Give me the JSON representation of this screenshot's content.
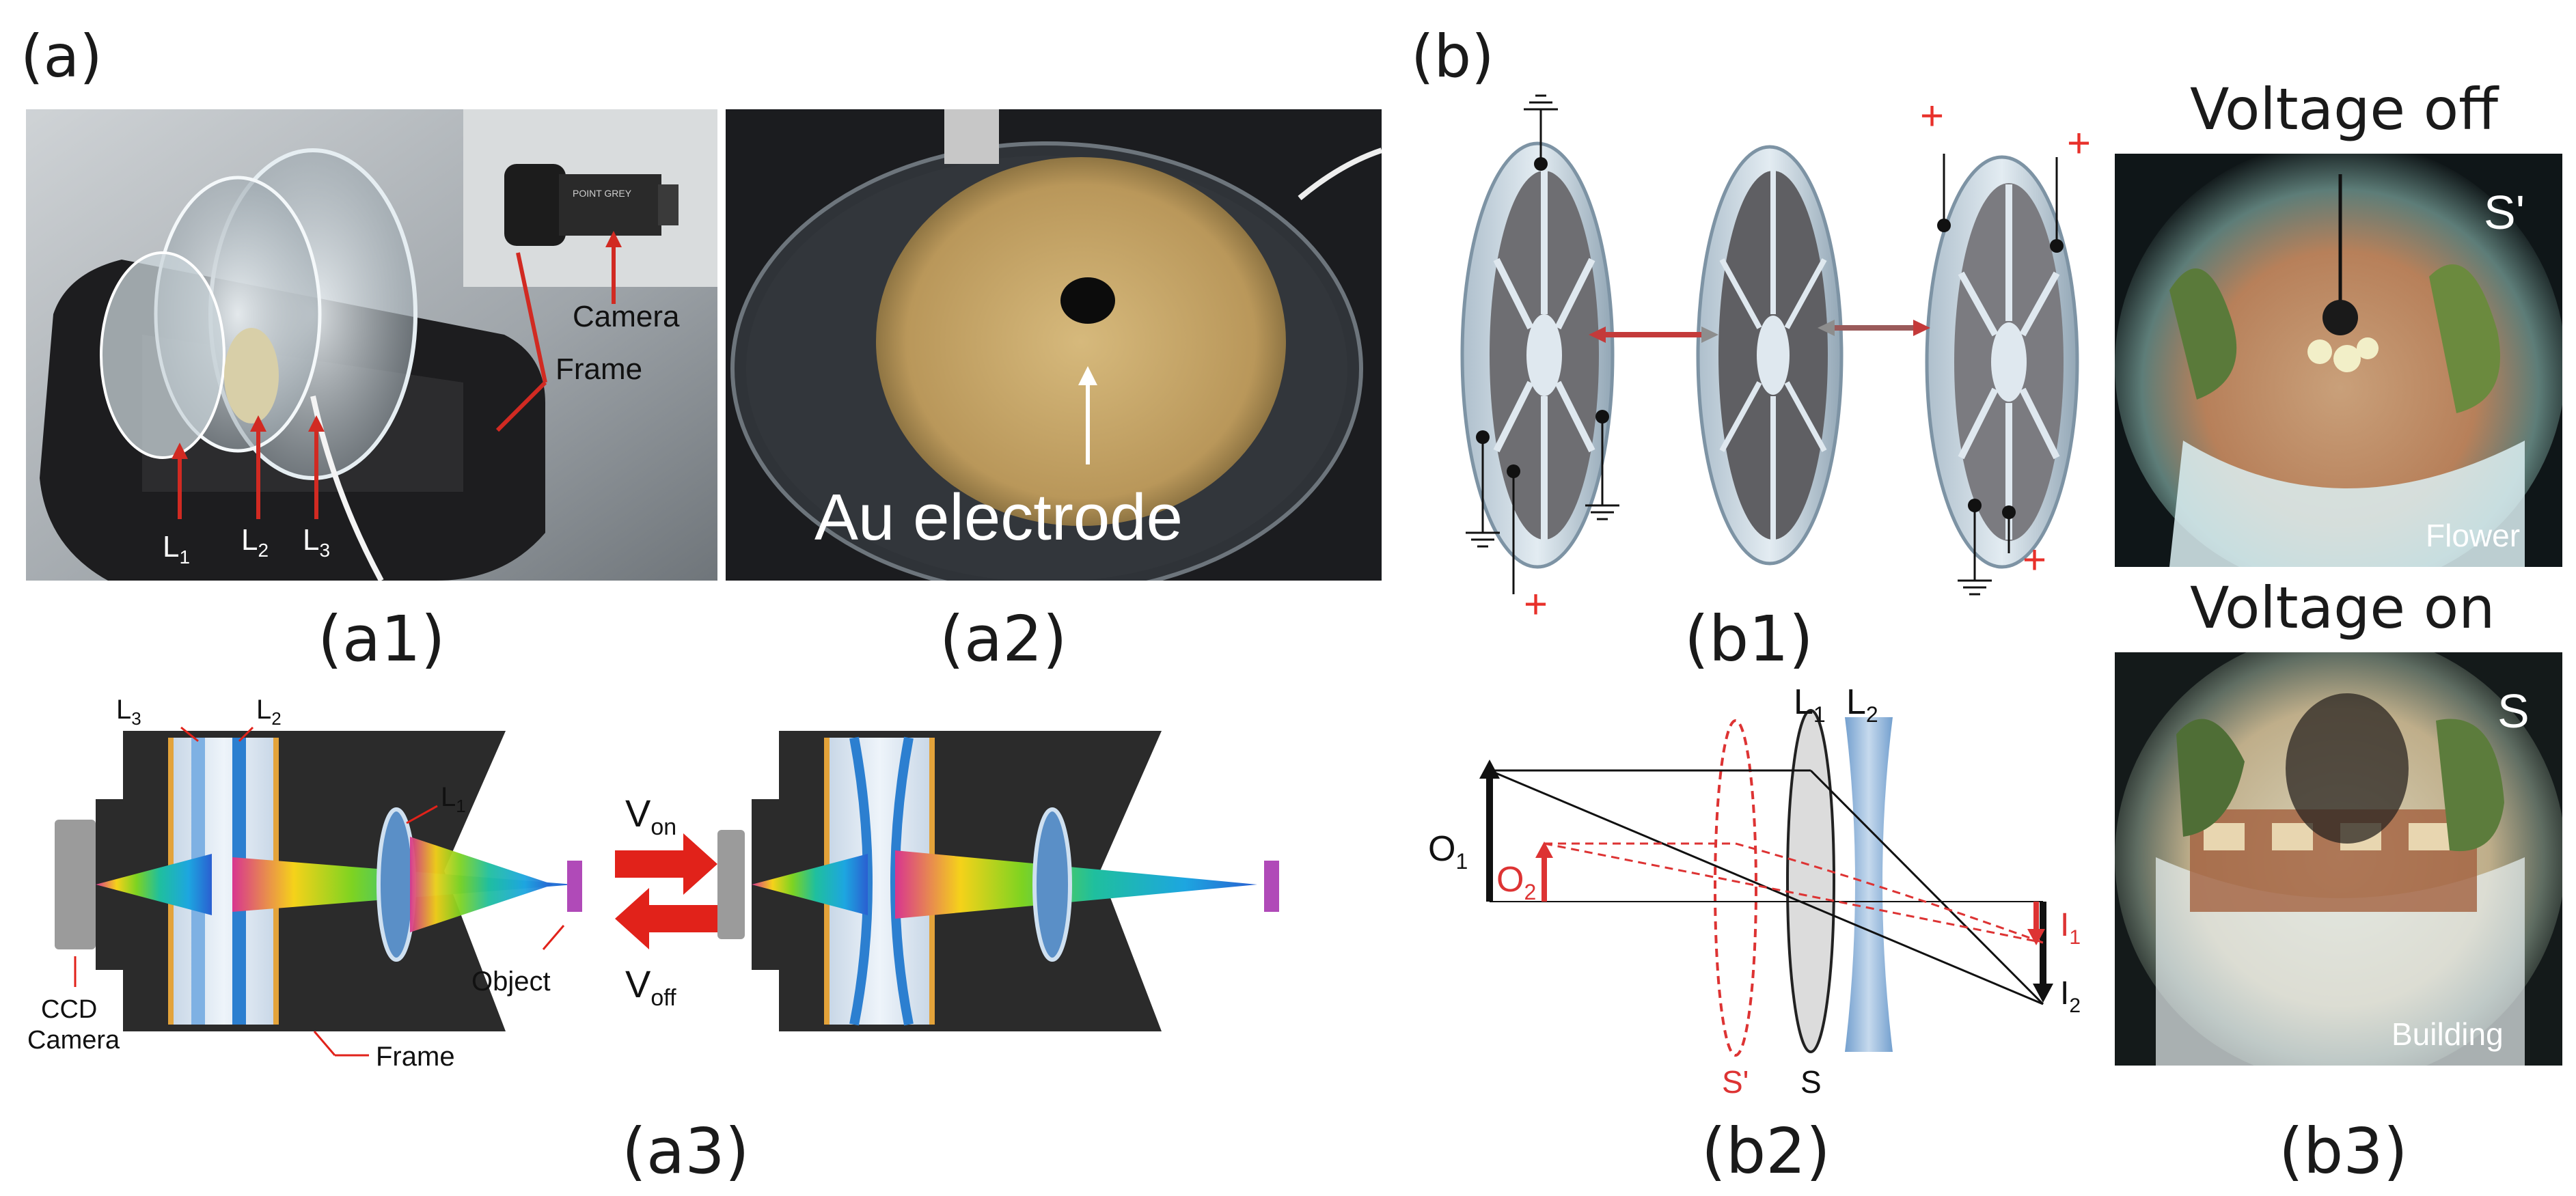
{
  "panels": {
    "a": "(a)",
    "b": "(b)",
    "a1": "(a1)",
    "a2": "(a2)",
    "a3": "(a3)",
    "b1": "(b1)",
    "b2": "(b2)",
    "b3": "(b3)"
  },
  "a1_photo": {
    "camera_brand": "POINT GREY",
    "camera": "Camera",
    "frame": "Frame",
    "L1": "L",
    "L1_sub": "1",
    "L2": "L",
    "L2_sub": "2",
    "L3": "L",
    "L3_sub": "3"
  },
  "a2_photo": {
    "electrode": "Au electrode"
  },
  "a3_schematic": {
    "L3": "L",
    "L3_sub": "3",
    "L2": "L",
    "L2_sub": "2",
    "L1": "L",
    "L1_sub": "1",
    "ccd1": "CCD",
    "ccd2": "Camera",
    "frame": "Frame",
    "object": "Object",
    "von": "V",
    "von_sub": "on",
    "voff": "V",
    "voff_sub": "off"
  },
  "b1_diagram": {
    "plus": "+"
  },
  "b2_diagram": {
    "O1": "O",
    "O1_sub": "1",
    "O2": "O",
    "O2_sub": "2",
    "L1": "L",
    "L1_sub": "1",
    "L2": "L",
    "L2_sub": "2",
    "I1": "I",
    "I1_sub": "1",
    "I2": "I",
    "I2_sub": "2",
    "S_prime": "S'",
    "S": "S"
  },
  "b3_photos": {
    "voltage_off": "Voltage off",
    "voltage_on": "Voltage on",
    "s_prime": "S'",
    "s": "S",
    "flower": "Flower",
    "building": "Building"
  },
  "colors": {
    "red_label": "#e8302a",
    "accent_red": "#d12a22"
  }
}
